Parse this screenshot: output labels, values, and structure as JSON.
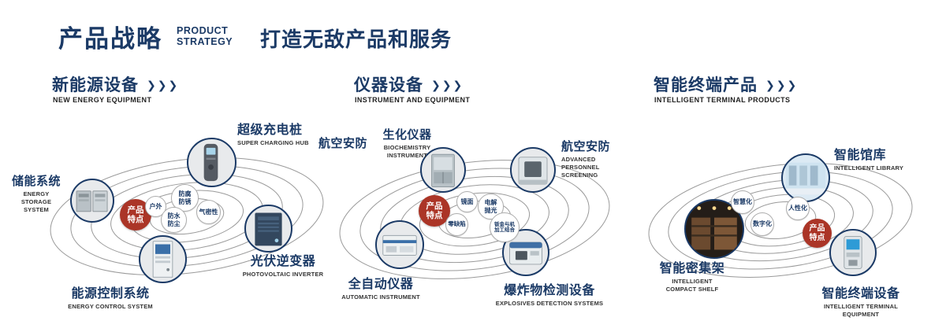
{
  "header": {
    "title": "产品战略",
    "subtitle": [
      "PRODUCT",
      "STRATEGY"
    ],
    "slogan": "打造无敌产品和服务"
  },
  "icons": {
    "chevrons": "❯❯❯"
  },
  "sections": [
    {
      "title": "新能源设备",
      "subtitle": "NEW ENERGY EQUIPMENT",
      "badge": "产品特点",
      "features": [
        "户外",
        "防腐防锈",
        "气密性",
        "防水防尘"
      ],
      "nodes": [
        {
          "zh": "储能系统",
          "en": "ENERGY STORAGE SYSTEM"
        },
        {
          "zh": "超级充电桩",
          "en": "SUPER CHARGING HUB"
        },
        {
          "zh": "光伏逆变器",
          "en": "PHOTOVOLTAIC INVERTER"
        },
        {
          "zh": "能源控制系统",
          "en": "ENERGY CONTROL SYSTEM"
        }
      ]
    },
    {
      "title": "仪器设备",
      "subtitle": "INSTRUMENT AND EQUIPMENT",
      "badge": "产品特点",
      "side_label": "航空安防",
      "features": [
        "镜面",
        "电解抛光",
        "零缺陷",
        "钣金与机加工结合"
      ],
      "nodes": [
        {
          "zh": "生化仪器",
          "en": "BIOCHEMISTRY INSTRUMENT"
        },
        {
          "zh": "航空安防",
          "en": "ADVANCED PERSONNEL SCREENING"
        },
        {
          "zh": "全自动仪器",
          "en": "AUTOMATIC INSTRUMENT"
        },
        {
          "zh": "爆炸物检测设备",
          "en": "EXPLOSIVES DETECTION SYSTEMS"
        }
      ]
    },
    {
      "title": "智能终端产品",
      "subtitle": "INTELLIGENT TERMINAL PRODUCTS",
      "badge": "产品特点",
      "features": [
        "智慧化",
        "人性化",
        "数字化"
      ],
      "nodes": [
        {
          "zh": "智能馆库",
          "en": "INTELLIGENT LIBRARY"
        },
        {
          "zh": "智能密集架",
          "en": "INTELLIGENT COMPACT SHELF"
        },
        {
          "zh": "智能终端设备",
          "en": "INTELLIGENT TERMINAL EQUIPMENT"
        }
      ]
    }
  ],
  "colors": {
    "navy": "#1b3a66",
    "badge_red": "#ab3527",
    "orbit_gray": "#9a9a9a"
  }
}
